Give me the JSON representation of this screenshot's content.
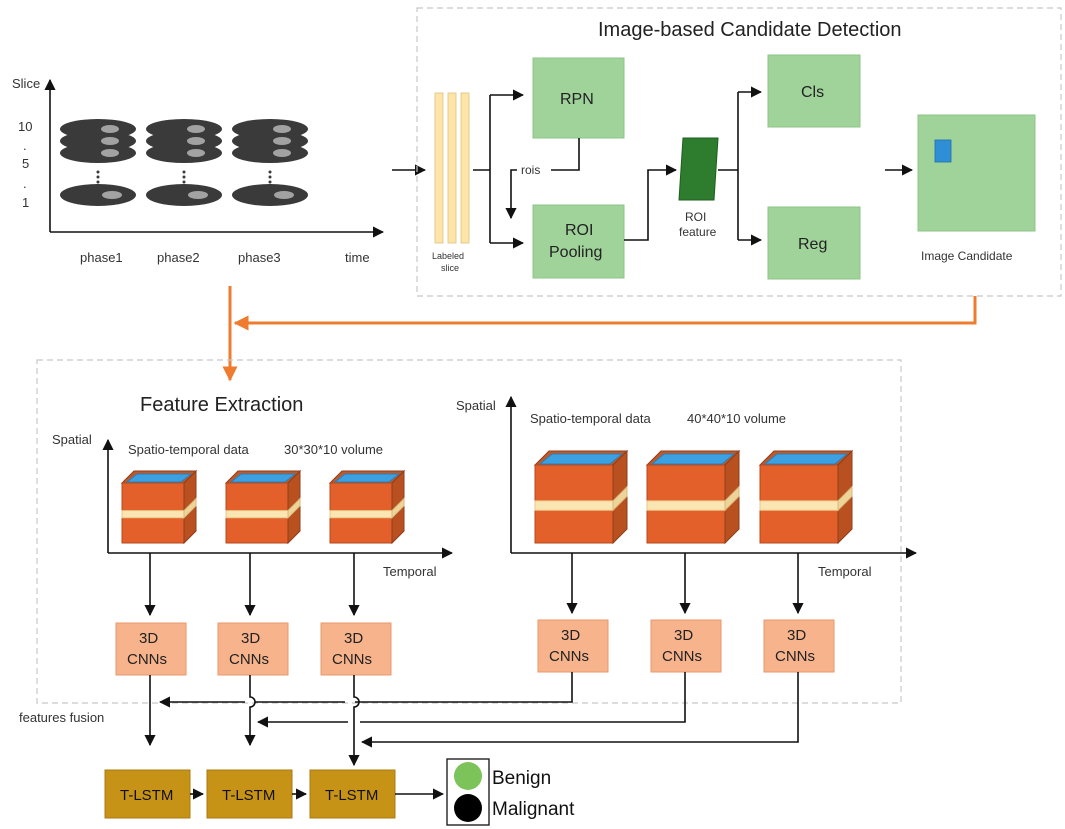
{
  "top_left": {
    "y_axis_label": "Slice",
    "y_ticks": [
      "10",
      ".",
      "5",
      ".",
      "1"
    ],
    "phases": [
      "phase1",
      "phase2",
      "phase3"
    ],
    "x_axis_label": "time"
  },
  "detection": {
    "title": "Image-based Candidate Detection",
    "labeled_slice": [
      "Labeled",
      "slice"
    ],
    "rpn": "RPN",
    "rois": "rois",
    "roi_pooling": [
      "ROI",
      "Pooling"
    ],
    "roi_feature": [
      "ROI",
      "feature"
    ],
    "cls": "Cls",
    "reg": "Reg",
    "image_candidate": "Image Candidate"
  },
  "feature": {
    "title": "Feature Extraction",
    "left": {
      "y_label": "Spatial",
      "data_label": "Spatio-temporal data",
      "volume": "30*30*10  volume",
      "x_label": "Temporal"
    },
    "right": {
      "y_label": "Spatial",
      "data_label": "Spatio-temporal data",
      "volume": "40*40*10  volume",
      "x_label": "Temporal"
    },
    "cnn": [
      "3D",
      "CNNs"
    ]
  },
  "fusion": {
    "label": "features fusion",
    "lstm": "T-LSTM",
    "benign": "Benign",
    "malignant": "Malignant",
    "benign_color": "#7cc35a",
    "malignant_color": "#000000"
  }
}
